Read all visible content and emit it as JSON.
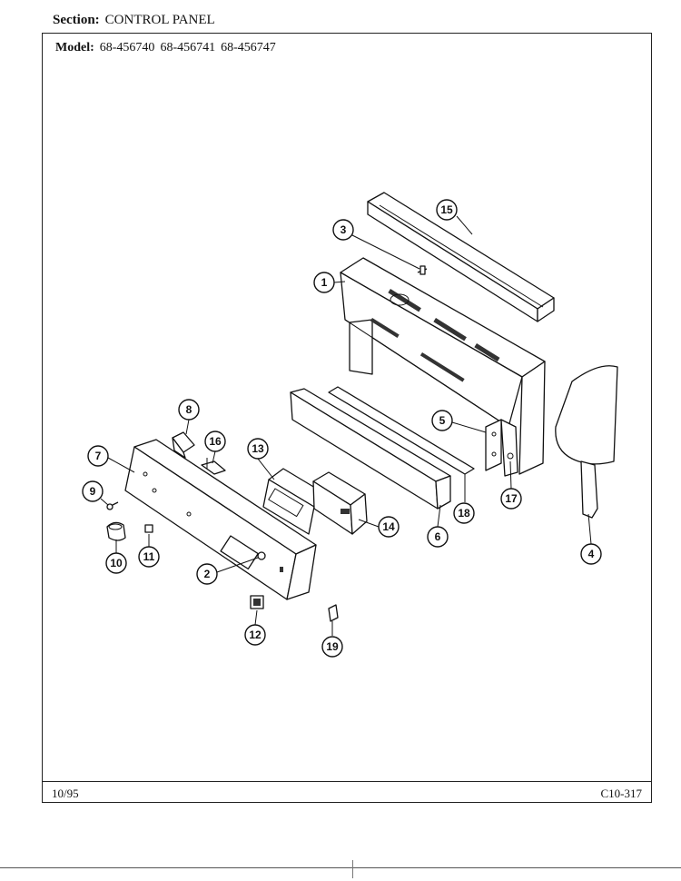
{
  "header": {
    "section_label": "Section:",
    "section_value": "CONTROL PANEL"
  },
  "model": {
    "label": "Model:",
    "values": [
      "68-456740",
      "68-456741",
      "68-456747"
    ]
  },
  "footer": {
    "date": "10/95",
    "code": "C10-317"
  },
  "callouts": [
    "1",
    "2",
    "3",
    "4",
    "5",
    "6",
    "7",
    "8",
    "9",
    "10",
    "11",
    "12",
    "13",
    "14",
    "15",
    "16",
    "17",
    "18",
    "19"
  ]
}
